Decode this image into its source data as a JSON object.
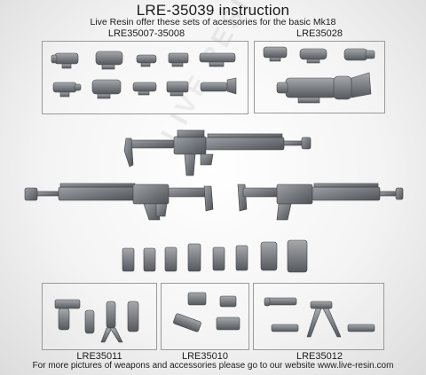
{
  "header": {
    "title": "LRE-35039 instruction",
    "subtitle": "Live Resin offer these sets of acessories for the basic Mk18"
  },
  "panels": {
    "sights_a": {
      "label": "LRE35007-35008"
    },
    "sights_b": {
      "label": "LRE35028"
    },
    "grips": {
      "label": "LRE35011"
    },
    "lasers": {
      "label": "LRE35010"
    },
    "bipods": {
      "label": "LRE35012"
    }
  },
  "watermark": {
    "text": "LIVE RESIN"
  },
  "footer": {
    "text": "For more pictures of weapons and accessories please go to our website www.live-resin.com"
  },
  "colors": {
    "resin": "#8a8c8f",
    "resin_dark": "#4d4f52",
    "frame": "#9a9a9a"
  }
}
